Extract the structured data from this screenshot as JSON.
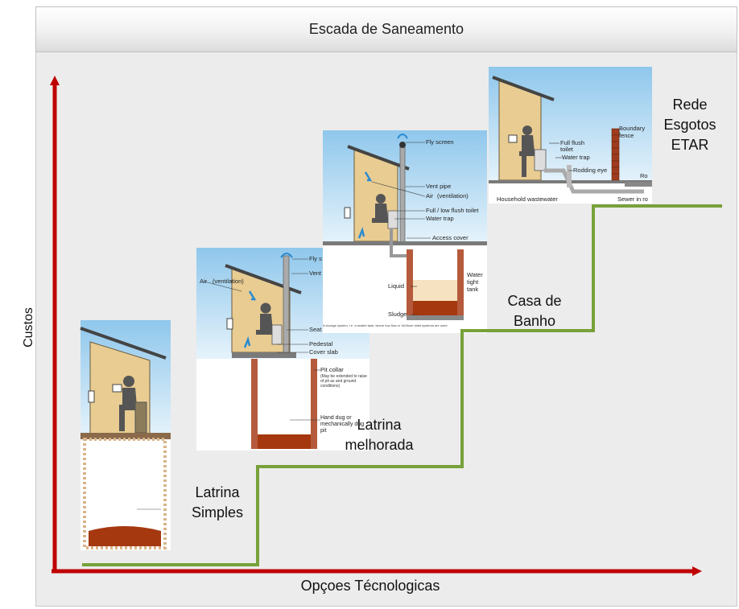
{
  "header": {
    "title": "Escada de Saneamento"
  },
  "axes": {
    "ylabel": "Custos",
    "xlabel": "Opçoes Técnologicas"
  },
  "steps": [
    {
      "label_l1": "Latrina",
      "label_l2": "Simples"
    },
    {
      "label_l1": "Latrina",
      "label_l2": "melhorada"
    },
    {
      "label_l1": "Casa de",
      "label_l2": "Banho"
    },
    {
      "label_l1": "Rede",
      "label_l2": "Esgotos",
      "label_l3": "ETAR"
    }
  ],
  "img_vip": {
    "fly": "Fly s",
    "vent": "Vent",
    "air": "Air",
    "airsub": "(ventilation)",
    "seat": "Seat",
    "pedestal": "Pedestal",
    "cover": "Cover slab",
    "collar": "Pit collar",
    "collar_note": "(May be extended to raise of pit as and ground conditions)",
    "dug": "Hand dug or mechanically dug pit"
  },
  "img_tank": {
    "fly": "Fly screen",
    "vent": "Vent pipe",
    "air": "Air",
    "airsub": "(ventilation)",
    "toilet": "Full / low flush toilet",
    "trap": "Water trap",
    "access": "Access cover",
    "liquid": "Liquid",
    "water": "Water",
    "tight": "tight",
    "tank": "tank",
    "sludge": "Sludge",
    "caption": "A storage system, i.e. a sealed tank, where low-flow or full-flush toilet systems are used"
  },
  "img_sewer": {
    "full1": "Full flush",
    "full2": "toilet",
    "trap": "Water trap",
    "rodding": "Rodding eye",
    "boundary1": "Boundary",
    "boundary2": "fence",
    "household": "Household wastewater",
    "sewer": "Sewer in ro",
    "road": "Ro"
  },
  "colors": {
    "axis": "#c00000",
    "step": "#77a13a",
    "wall": "#e8cc92",
    "sky": "#9fd0ee",
    "soil": "#d9b48a",
    "sludge": "#a5380f",
    "brick": "#b55a3c"
  }
}
